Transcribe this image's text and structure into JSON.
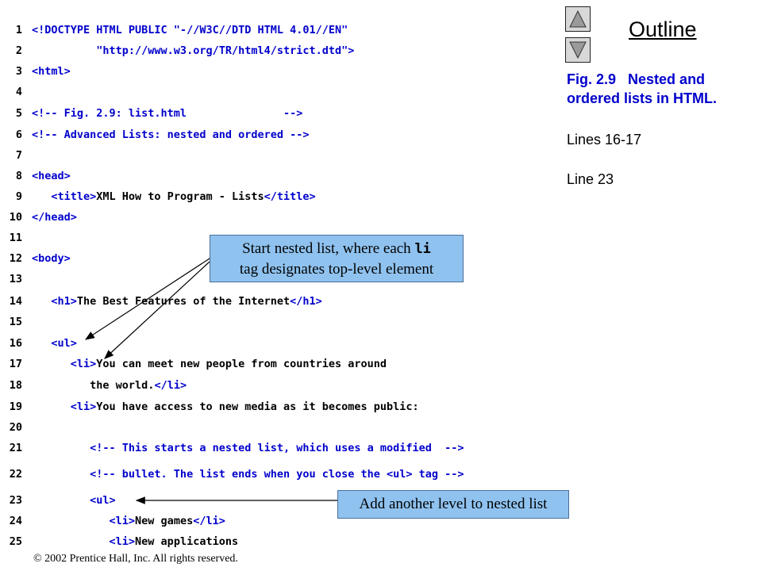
{
  "outline": {
    "title": "Outline",
    "up_icon": "triangle-up-icon",
    "down_icon": "triangle-down-icon"
  },
  "side": {
    "caption_fig": "Fig. 2.9",
    "caption_text": "Nested and ordered lists in HTML.",
    "note1": "Lines 16-17",
    "note2": "Line 23"
  },
  "callouts": {
    "nested_start_pre": "Start nested list, where each ",
    "nested_start_code": "li",
    "nested_start_post": "tag designates top-level element",
    "another_level": "Add another level to nested list"
  },
  "copyright": "© 2002 Prentice Hall, Inc.  All rights reserved.",
  "code": [
    {
      "n": "1",
      "parts": [
        {
          "c": "blue",
          "t": "<!DOCTYPE HTML PUBLIC \"-//W3C//DTD HTML 4.01//EN\""
        }
      ]
    },
    {
      "n": "2",
      "parts": [
        {
          "c": "blue",
          "t": "          \"http://www.w3.org/TR/html4/strict.dtd\">"
        }
      ]
    },
    {
      "n": "3",
      "parts": [
        {
          "c": "blue",
          "t": "<html>"
        }
      ]
    },
    {
      "n": "4",
      "parts": []
    },
    {
      "n": "5",
      "parts": [
        {
          "c": "blue",
          "t": "<!-- Fig. 2.9: list.html               -->"
        }
      ]
    },
    {
      "n": "6",
      "parts": [
        {
          "c": "blue",
          "t": "<!-- Advanced Lists: nested and ordered -->"
        }
      ]
    },
    {
      "n": "7",
      "parts": []
    },
    {
      "n": "8",
      "parts": [
        {
          "c": "blue",
          "t": "<head>"
        }
      ]
    },
    {
      "n": "9",
      "parts": [
        {
          "c": "blue",
          "t": "   <title>"
        },
        {
          "c": "black",
          "t": "XML How to Program - Lists"
        },
        {
          "c": "blue",
          "t": "</title>"
        }
      ]
    },
    {
      "n": "10",
      "parts": [
        {
          "c": "blue",
          "t": "</head>"
        }
      ]
    },
    {
      "n": "11",
      "parts": []
    },
    {
      "n": "12",
      "parts": [
        {
          "c": "blue",
          "t": "<body>"
        }
      ]
    },
    {
      "n": "13",
      "parts": []
    },
    {
      "n": "14",
      "parts": [
        {
          "c": "blue",
          "t": "   <h1>"
        },
        {
          "c": "black",
          "t": "The Best Features of the Internet"
        },
        {
          "c": "blue",
          "t": "</h1>"
        }
      ]
    },
    {
      "n": "15",
      "parts": []
    },
    {
      "n": "16",
      "parts": [
        {
          "c": "blue",
          "t": "   <ul>"
        }
      ]
    },
    {
      "n": "17",
      "parts": [
        {
          "c": "blue",
          "t": "      <li>"
        },
        {
          "c": "black",
          "t": "You can meet new people from countries around"
        }
      ]
    },
    {
      "n": "18",
      "parts": [
        {
          "c": "black",
          "t": "         the world."
        },
        {
          "c": "blue",
          "t": "</li>"
        }
      ]
    },
    {
      "n": "19",
      "parts": [
        {
          "c": "blue",
          "t": "      <li>"
        },
        {
          "c": "black",
          "t": "You have access to new media as it becomes public:"
        }
      ]
    },
    {
      "n": "20",
      "parts": []
    },
    {
      "n": "21",
      "parts": [
        {
          "c": "blue",
          "t": "         <!-- This starts a nested list, which uses a modified  -->"
        }
      ]
    },
    {
      "n": "22",
      "parts": [
        {
          "c": "blue",
          "t": "         <!-- bullet. The list ends when you close the <ul> tag -->"
        }
      ]
    },
    {
      "n": "23",
      "parts": [
        {
          "c": "blue",
          "t": "         <ul>"
        }
      ]
    },
    {
      "n": "24",
      "parts": [
        {
          "c": "blue",
          "t": "            <li>"
        },
        {
          "c": "black",
          "t": "New games"
        },
        {
          "c": "blue",
          "t": "</li>"
        }
      ]
    },
    {
      "n": "25",
      "parts": [
        {
          "c": "blue",
          "t": "            <li>"
        },
        {
          "c": "black",
          "t": "New applications"
        }
      ]
    }
  ]
}
